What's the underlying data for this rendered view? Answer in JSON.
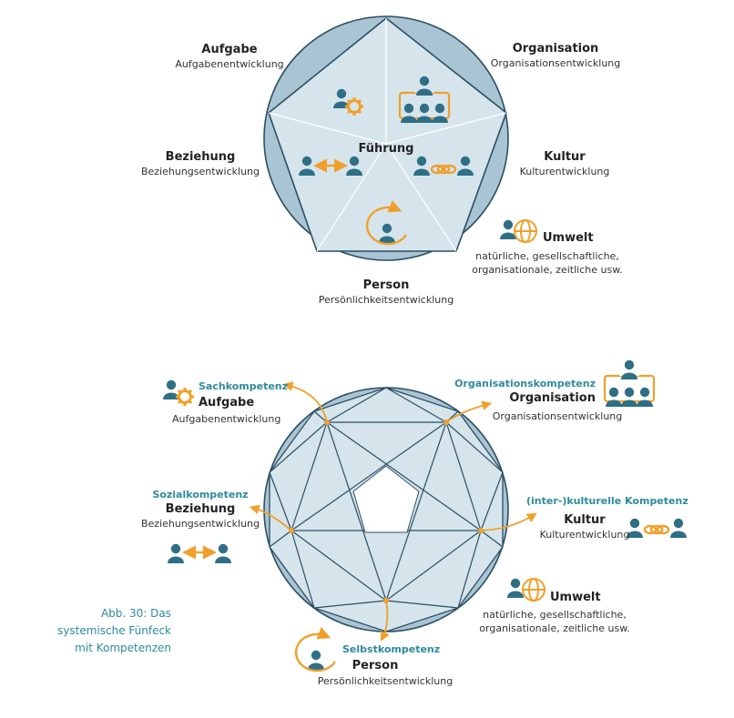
{
  "top": {
    "center": "Führung",
    "aufgabe": {
      "title": "Aufgabe",
      "sub": "Aufgabenentwicklung"
    },
    "organisation": {
      "title": "Organisation",
      "sub": "Organisationsentwicklung"
    },
    "beziehung": {
      "title": "Beziehung",
      "sub": "Beziehungsentwicklung"
    },
    "kultur": {
      "title": "Kultur",
      "sub": "Kulturentwicklung"
    },
    "person": {
      "title": "Person",
      "sub": "Persönlichkeitsentwicklung"
    },
    "umwelt": {
      "title": "Umwelt",
      "sub1": "natürliche, gesellschaftliche,",
      "sub2": "organisationale, zeitliche usw."
    }
  },
  "bottom": {
    "aufgabe": {
      "competence": "Sachkompetenz",
      "title": "Aufgabe",
      "sub": "Aufgabenentwicklung"
    },
    "organisation": {
      "competence": "Organisationskompetenz",
      "title": "Organisation",
      "sub": "Organisationsentwicklung"
    },
    "beziehung": {
      "competence": "Sozialkompetenz",
      "title": "Beziehung",
      "sub": "Beziehungsentwicklung"
    },
    "kultur": {
      "competence": "(inter-)kulturelle Kompetenz",
      "title": "Kultur",
      "sub": "Kulturentwicklung"
    },
    "person": {
      "competence": "Selbstkompetenz",
      "title": "Person",
      "sub": "Persönlichkeitsentwicklung"
    },
    "umwelt": {
      "title": "Umwelt",
      "sub1": "natürliche, gesellschaftliche,",
      "sub2": "organisationale, zeitliche usw."
    }
  },
  "caption": {
    "line1": "Abb. 30: Das",
    "line2": "systemische Fünfeck",
    "line3": "mit Kompetenzen"
  },
  "colors": {
    "teal": "#2f6f86",
    "orange": "#f0a02a",
    "circle": "#a9c4d3",
    "pent": "#d6e4ec",
    "line": "#2b4f63",
    "accent": "#2f8a9e"
  }
}
